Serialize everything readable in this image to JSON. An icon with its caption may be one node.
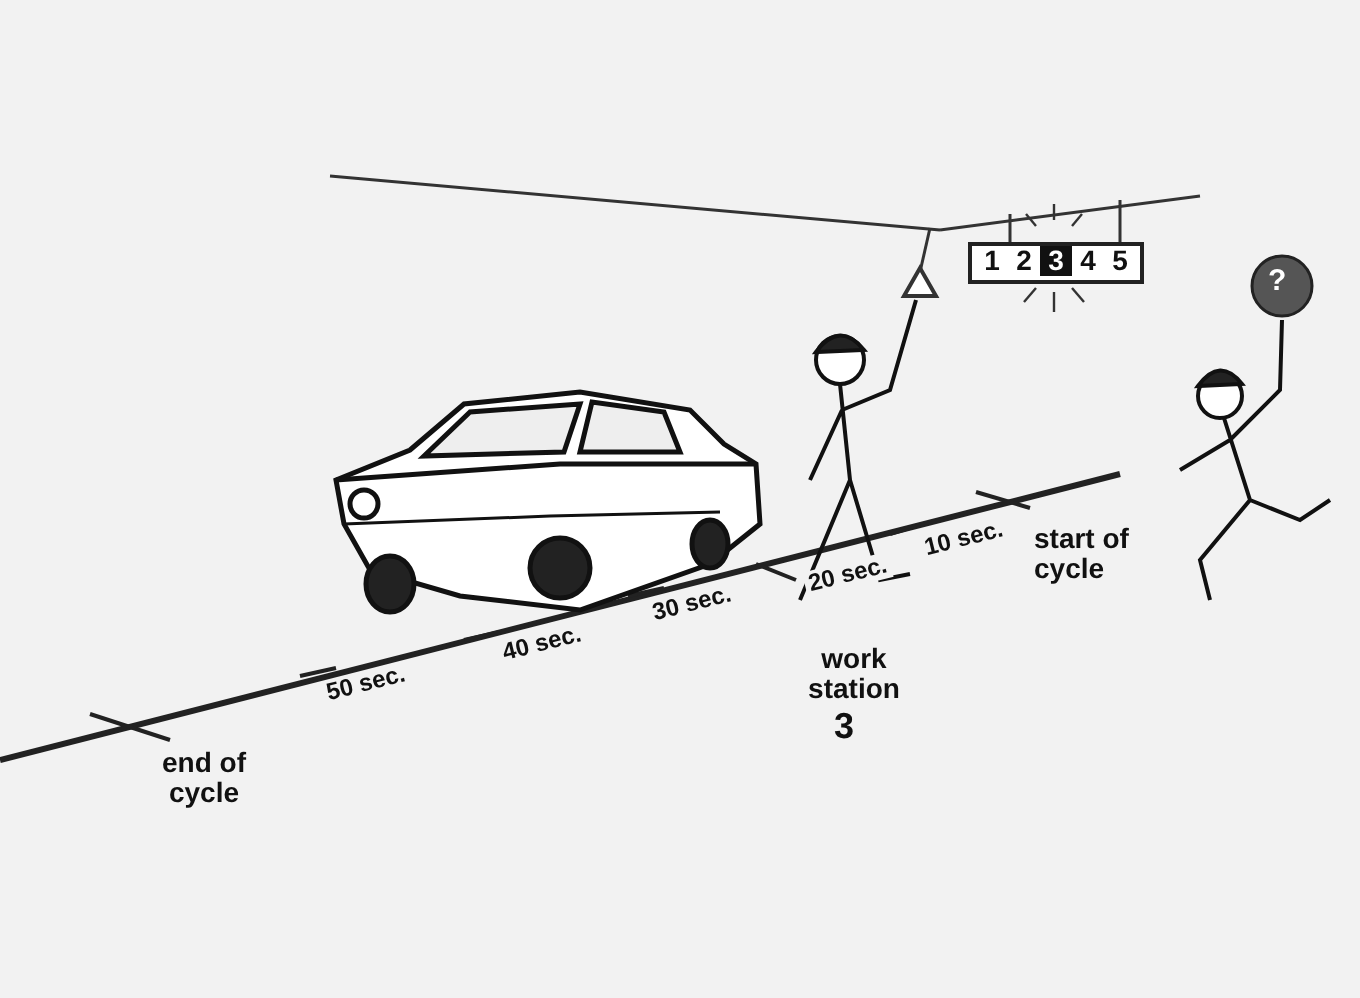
{
  "diagram": {
    "labels": [
      "1",
      "2",
      "3",
      "4",
      "5",
      "?",
      "start of cycle",
      "10 sec.",
      "20 sec.",
      "30 sec.",
      "40 sec.",
      "50 sec.",
      "work station",
      "3",
      "end of cycle"
    ]
  }
}
